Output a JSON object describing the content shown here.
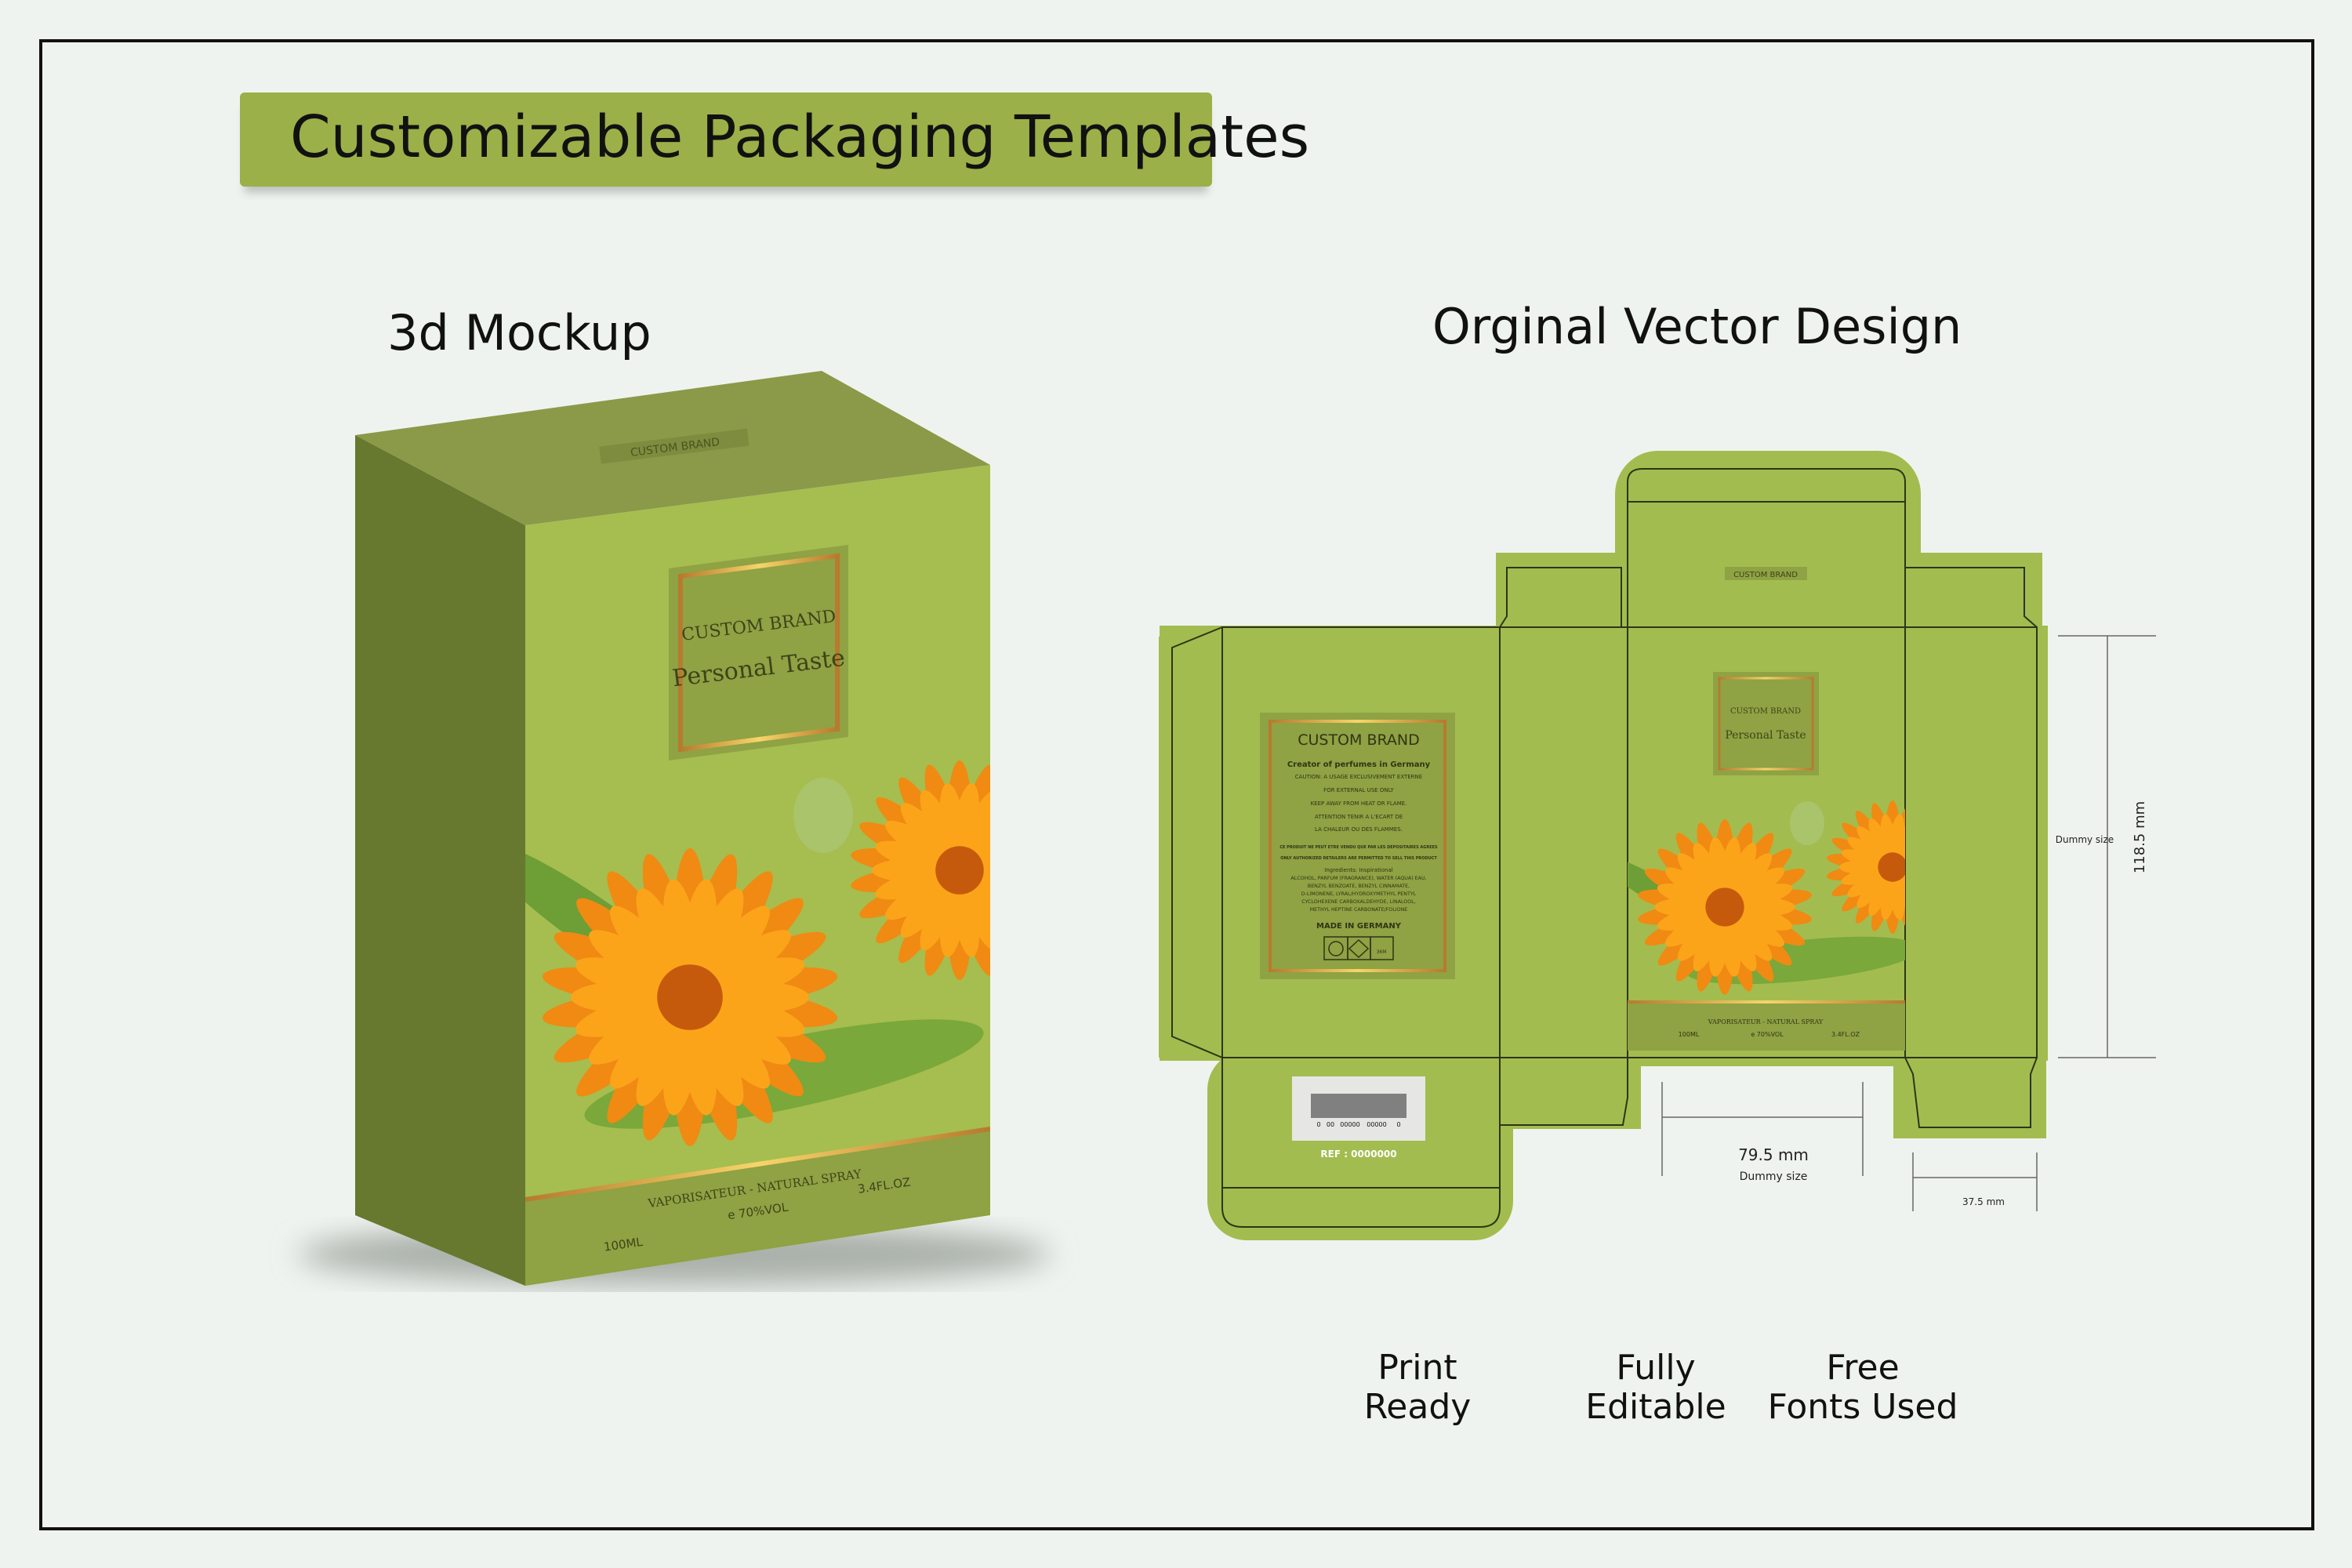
{
  "title": "Customizable Packaging Templates",
  "mockup": {
    "heading": "3d Mockup",
    "top_tag": "CUSTOM BRAND",
    "brand": "CUSTOM BRAND",
    "product": "Personal Taste",
    "spray": "VAPORISATEUR - NATURAL SPRAY",
    "volume": "100ML",
    "alcohol": "e 70%VOL",
    "floz": "3.4FL.OZ"
  },
  "dieline": {
    "heading": "Orginal Vector Design",
    "top_tag": "CUSTOM BRAND",
    "label": {
      "brand": "CUSTOM BRAND",
      "subtitle": "Creator of perfumes in Germany",
      "lines": [
        "CAUTION: A USAGE EXCLUSIVEMENT EXTERNE",
        "FOR EXTERNAL USE ONLY",
        "KEEP AWAY FROM HEAT OR FLAME.",
        "ATTENTION TENIR A L'ECART DE",
        "LA CHALEUR OU DES FLAMMES."
      ],
      "legal": [
        "CE PRODUIT NE PEUT ETRE VENDU QUE PAR LES DEPOSITAIRES AGREES",
        "ONLY AUTHORIZED RETAILERS ARE PERMITTED TO SELL THIS PRODUCT"
      ],
      "ingredients": [
        "Ingredients: Inspirational",
        "ALCOHOL, PARFUM (FRAGRANCE), WATER (AQUA) EAU,",
        "BENZYL BENZOATE, BENZYL CINNAMATE,",
        "D-LIMONENE, LYRAL/HYDROXYMETHYL PENTYL",
        "CYCLOHEXENE CARBOXALDEHYDE, LINALOOL,",
        "METHYL HEPTINE CARBONATE/FOLIONE"
      ],
      "made_in": "MADE IN GERMANY",
      "pao": "36M"
    },
    "front": {
      "brand": "CUSTOM BRAND",
      "product": "Personal Taste",
      "spray": "VAPORISATEUR - NATURAL SPRAY",
      "volume": "100ML",
      "alcohol": "e 70%VOL",
      "floz": "3.4FL.OZ"
    },
    "barcode": {
      "digits": [
        "0",
        "00",
        "00000",
        "00000",
        "0"
      ],
      "ref": "REF : 0000000"
    },
    "dimensions": {
      "height": "118.5 mm",
      "height_note": "Dummy size",
      "width": "79.5 mm",
      "width_note": "Dummy size",
      "depth": "37.5 mm"
    }
  },
  "features": [
    {
      "line1": "Print",
      "line2": "Ready"
    },
    {
      "line1": "Fully",
      "line2": "Editable"
    },
    {
      "line1": "Free",
      "line2": "Fonts Used"
    }
  ],
  "colors": {
    "background": "#eff3ef",
    "green": "#a3bc4f",
    "banner": "#9bb048",
    "orange": "#f08a12"
  }
}
